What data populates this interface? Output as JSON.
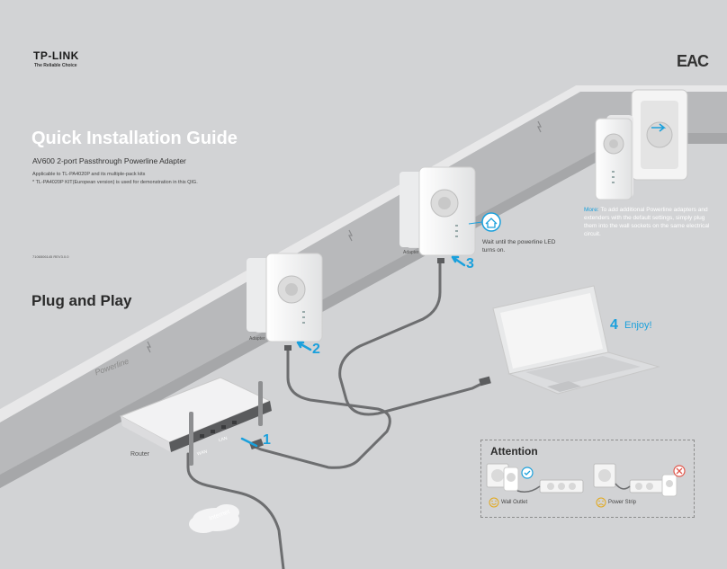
{
  "brand": {
    "logo": "TP-LINK",
    "tagline": "The Reliable Choice",
    "cert_mark": "EAC"
  },
  "cover": {
    "title": "Quick Installation Guide",
    "subtitle": "AV600 2-port Passthrough Powerline Adapter",
    "note_1": "Applicable to TL-PA4020P and its multiple-pack kits",
    "note_2": "* TL-PA4020P KIT(European version) is used for demonstration in this QIG.",
    "doc_number": "7106506145   REV3.0.0"
  },
  "section_title": "Plug and Play",
  "diagram": {
    "wall_label": "Powerline",
    "router_label": "Router",
    "lan_label": "LAN",
    "wan_label": "WAN",
    "internet_label": "Internet",
    "adapter_label_1": "Adapter",
    "adapter_label_2": "Adapter",
    "steps": [
      {
        "number": "1"
      },
      {
        "number": "2"
      },
      {
        "number": "3"
      },
      {
        "number": "4",
        "text": "Enjoy!"
      }
    ],
    "wait_text": "Wait until the powerline LED turns on.",
    "more_key": "More:",
    "more_text": " To add additional Powerline adapters and extenders with the default settings, simply plug them into the wall sockets on the same electrical circuit."
  },
  "attention": {
    "title": "Attention",
    "options": [
      {
        "label": "Wall Outlet",
        "status_icon": "smile-icon"
      },
      {
        "label": "Power Strip",
        "status_icon": "frown-icon"
      }
    ]
  },
  "colors": {
    "accent": "#1aa0dc",
    "background": "#d2d3d5",
    "wall": "#bdbec0",
    "cable": "#6d6e70",
    "device": "#f2f2f2"
  }
}
